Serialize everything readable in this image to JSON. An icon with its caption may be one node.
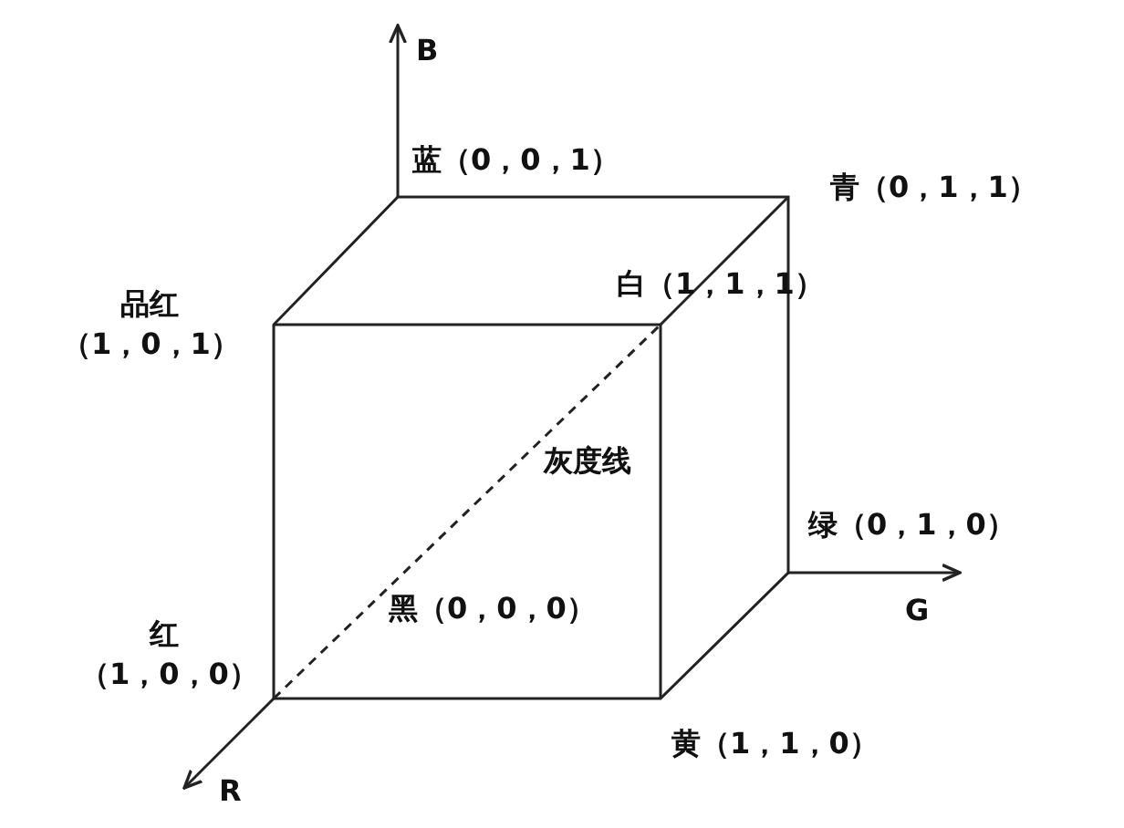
{
  "diagram": {
    "labels": [
      "B",
      "蓝（0，0，1）",
      "青（0，1，1）",
      "品红",
      "（1，0，1）",
      "白（1，1，1）",
      "灰度线",
      "绿（0，1，0）",
      "G",
      "黑（0，0，0）",
      "红",
      "（1，0，0）",
      "黄（1，1，0）",
      "R"
    ]
  }
}
